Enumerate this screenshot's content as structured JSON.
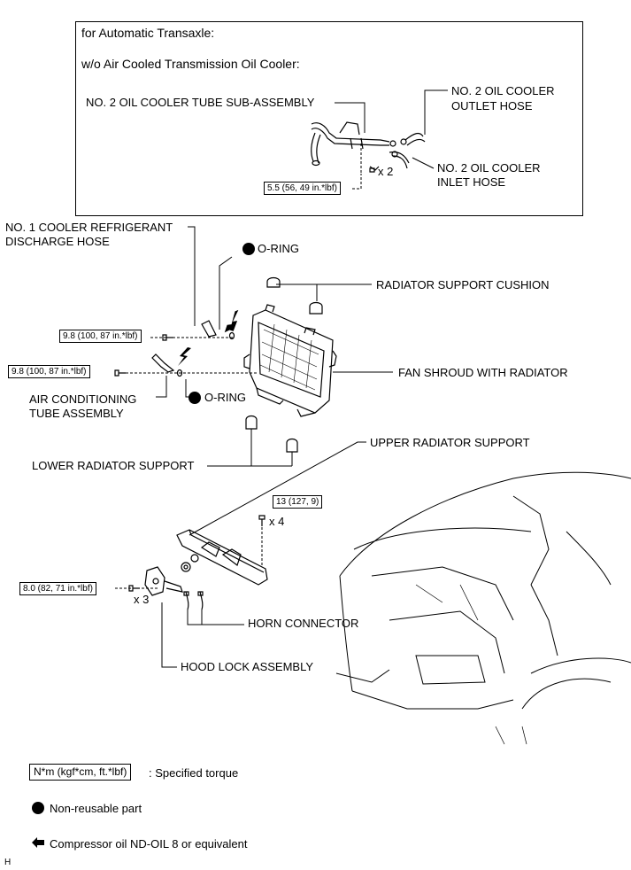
{
  "inset": {
    "title": "for Automatic Transaxle:",
    "subtitle": "w/o Air Cooled Transmission Oil Cooler:",
    "labels": {
      "tube_sub_assembly": "NO. 2 OIL COOLER TUBE SUB-ASSEMBLY",
      "outlet_hose_1": "NO. 2 OIL COOLER",
      "outlet_hose_2": "OUTLET HOSE",
      "inlet_hose_1": "NO. 2 OIL COOLER",
      "inlet_hose_2": "INLET HOSE",
      "qty": "x 2"
    },
    "torque": "5.5 (56, 49 in.*lbf)"
  },
  "labels": {
    "discharge_hose_1": "NO. 1 COOLER REFRIGERANT",
    "discharge_hose_2": "DISCHARGE HOSE",
    "o_ring_top": "O-RING",
    "radiator_support_cushion": "RADIATOR SUPPORT CUSHION",
    "fan_shroud": "FAN SHROUD WITH RADIATOR",
    "ac_tube_1": "AIR CONDITIONING",
    "ac_tube_2": "TUBE ASSEMBLY",
    "o_ring_bottom": "O-RING",
    "lower_radiator_support": "LOWER RADIATOR SUPPORT",
    "upper_radiator_support": "UPPER RADIATOR SUPPORT",
    "qty_x4": "x 4",
    "qty_x3": "x 3",
    "horn_connector": "HORN CONNECTOR",
    "hood_lock_assembly": "HOOD LOCK ASSEMBLY"
  },
  "torques": {
    "discharge_bolt": "9.8 (100, 87 in.*lbf)",
    "ac_tube_bolt": "9.8 (100, 87 in.*lbf)",
    "upper_support_bolt": "13 (127, 9)",
    "hood_lock_bolt": "8.0 (82, 71 in.*lbf)"
  },
  "legend": {
    "torque_box": "N*m (kgf*cm, ft.*lbf)",
    "torque_text": ": Specified torque",
    "non_reusable": "Non-reusable part",
    "compressor_oil": "Compressor oil ND-OIL 8 or equivalent"
  },
  "corner_mark": "H"
}
